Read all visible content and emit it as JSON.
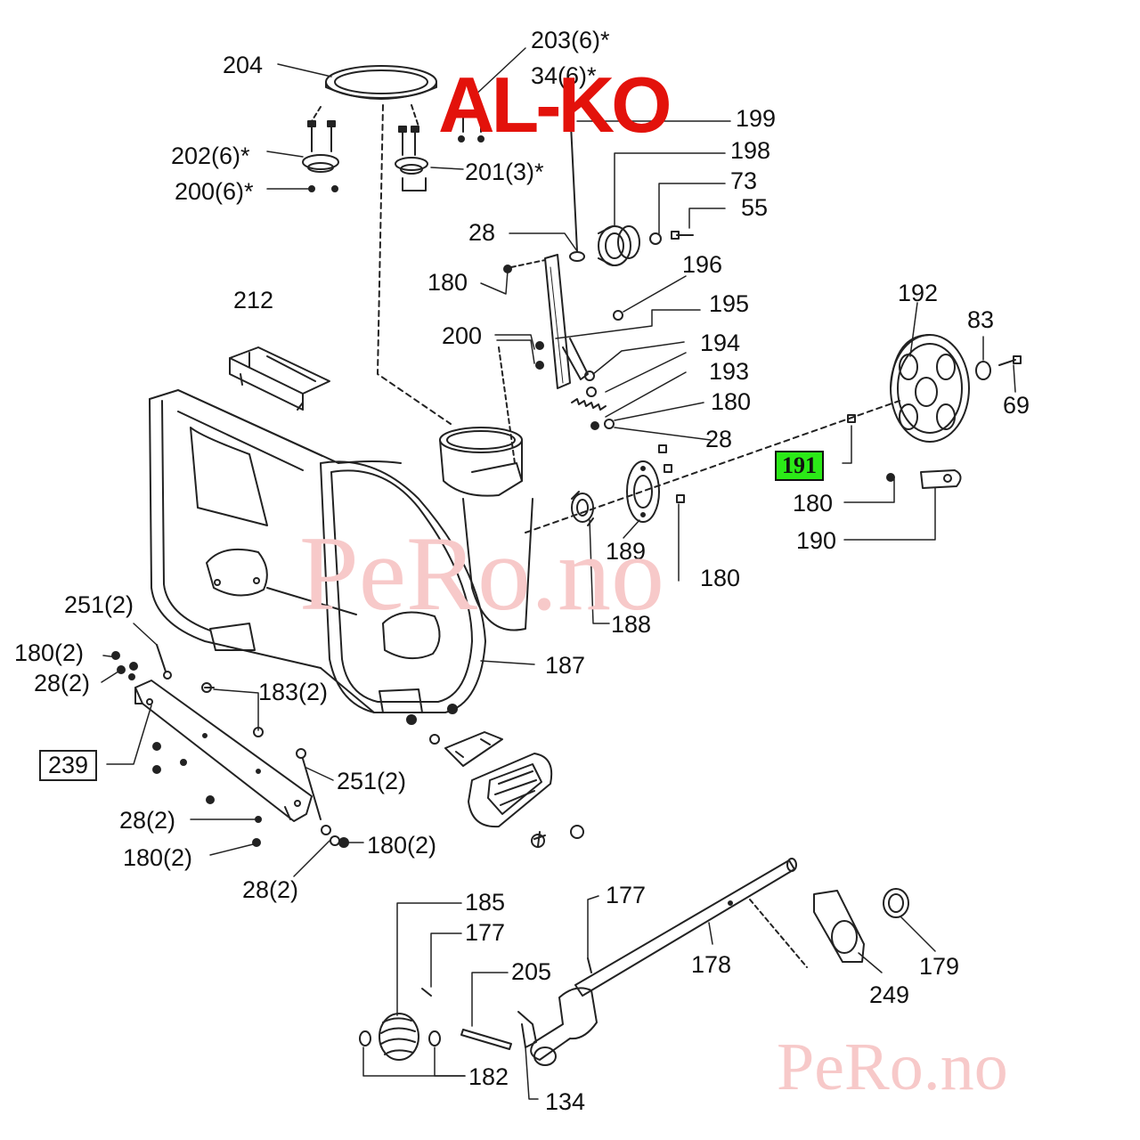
{
  "brand": {
    "logo_text": "AL-KO",
    "logo_color": "#e3120b"
  },
  "watermark": {
    "text": "PeRo.no",
    "color": "#f7c9c9"
  },
  "highlight_color": "#2bea17",
  "highlighted_part": "191",
  "callouts": {
    "c204": "204",
    "c203": "203(6)*",
    "c34": "34(6)*",
    "c199": "199",
    "c198": "198",
    "c73": "73",
    "c55": "55",
    "c202": "202(6)*",
    "c201": "201(3)*",
    "c200a": "200(6)*",
    "c28a": "28",
    "c180a": "180",
    "c196": "196",
    "c212": "212",
    "c195": "195",
    "c200b": "200",
    "c194": "194",
    "c193": "193",
    "c192": "192",
    "c83": "83",
    "c69": "69",
    "c180b": "180",
    "c28b": "28",
    "c191": "191",
    "c180c": "180",
    "c190": "190",
    "c189": "189",
    "c180d": "180",
    "c188": "188",
    "c187": "187",
    "c251a": "251(2)",
    "c180e": "180(2)",
    "c28c": "28(2)",
    "c183": "183(2)",
    "c239": "239",
    "c251b": "251(2)",
    "c28d": "28(2)",
    "c180f": "180(2)",
    "c180g": "180(2)",
    "c28e": "28(2)",
    "c185": "185",
    "c177a": "177",
    "c177b": "177",
    "c205": "205",
    "c178": "178",
    "c249": "249",
    "c179": "179",
    "c182": "182",
    "c134": "134"
  }
}
